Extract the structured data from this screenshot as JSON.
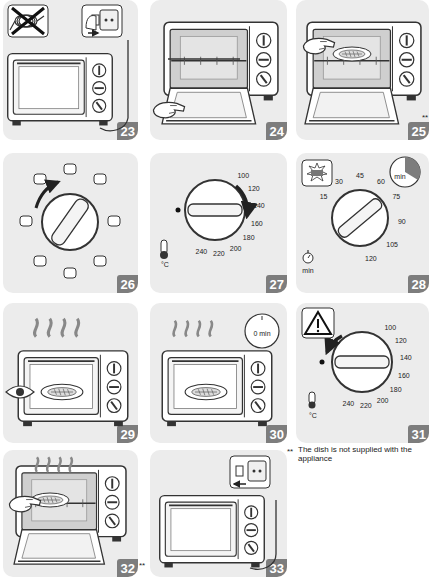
{
  "diagram": {
    "nodes": [
      {
        "text": [
          "23"
        ]
      },
      {
        "text": [
          "24"
        ]
      },
      {
        "text": [
          "25"
        ]
      },
      {
        "text": [
          "26"
        ]
      },
      {
        "text": [
          "27"
        ]
      },
      {
        "text": [
          "28"
        ]
      },
      {
        "text": [
          "29"
        ]
      },
      {
        "text": [
          "30"
        ]
      },
      {
        "text": [
          "31"
        ]
      },
      {
        "text": [
          "32"
        ]
      },
      {
        "text": [
          "33"
        ]
      }
    ],
    "labels": [
      "**",
      "100",
      "120",
      "140",
      "160",
      "180",
      "200",
      "220",
      "240",
      "°C",
      "min",
      "15",
      "30",
      "45",
      "60",
      "75",
      "90",
      "105",
      "120",
      "min",
      "0 min",
      "100",
      "120",
      "140",
      "160",
      "180",
      "200",
      "220",
      "240",
      "°C",
      "**",
      "**",
      "The dish is not supplied with the appliance"
    ]
  }
}
